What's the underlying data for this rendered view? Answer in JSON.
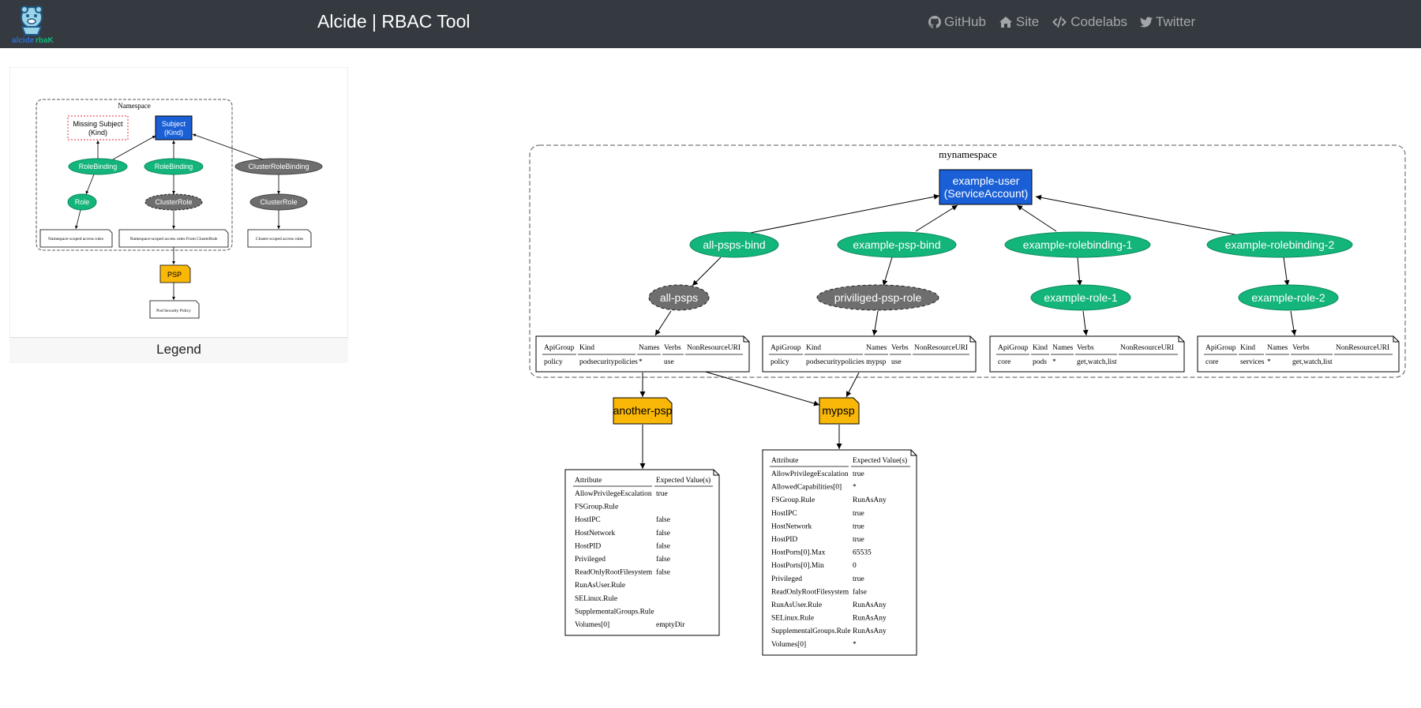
{
  "app": {
    "logo_text": "alcide",
    "logo_text_2": "rbaK",
    "title": "Alcide | RBAC Tool"
  },
  "nav": {
    "links": [
      {
        "label": "GitHub",
        "icon": "github-icon"
      },
      {
        "label": "Site",
        "icon": "home-icon"
      },
      {
        "label": "Codelabs",
        "icon": "code-icon"
      },
      {
        "label": "Twitter",
        "icon": "twitter-icon"
      }
    ]
  },
  "colors": {
    "navbar": "#343a40",
    "subject": "#1a5fd6",
    "rolebinding": "#13b57a",
    "clusterrole": "#6e6e6e",
    "psp": "#f9b708"
  },
  "legend": {
    "title": "Legend",
    "namespace_label": "Namespace",
    "missing_subject": [
      "Missing Subject",
      "(Kind)"
    ],
    "subject": [
      "Subject",
      "(Kind)"
    ],
    "rolebinding_1": "RoleBinding",
    "rolebinding_2": "RoleBinding",
    "clusterrolebinding": "ClusterRoleBinding",
    "role": "Role",
    "clusterrole_1": "ClusterRole",
    "clusterrole_2": "ClusterRole",
    "note_ns_rules": "Namespace-scoped access rules",
    "note_ns_from_cr": "Namespace-scoped access rules From ClusterRole",
    "note_cluster_rules": "Cluster-scoped access rules",
    "psp": "PSP",
    "note_psp": "Pod Security Policy"
  },
  "graph": {
    "namespace": "mynamespace",
    "subject": [
      "example-user",
      "(ServiceAccount)"
    ],
    "bindings": [
      "all-psps-bind",
      "example-psp-bind",
      "example-rolebinding-1",
      "example-rolebinding-2"
    ],
    "roles": [
      "all-psps",
      "priviliged-psp-role",
      "example-role-1",
      "example-role-2"
    ],
    "rule_headers": [
      "ApiGroup",
      "Kind",
      "Names",
      "Verbs",
      "NonResourceURI"
    ],
    "rules": [
      [
        "policy",
        "podsecuritypolicies",
        "*",
        "use",
        ""
      ],
      [
        "policy",
        "podsecuritypolicies",
        "mypsp",
        "use",
        ""
      ],
      [
        "core",
        "pods",
        "*",
        "get,watch,list",
        ""
      ],
      [
        "core",
        "services",
        "*",
        "get,watch,list",
        ""
      ]
    ],
    "psps": [
      "another-psp",
      "mypsp"
    ],
    "psp_headers": [
      "Attribute",
      "Expected Value(s)"
    ],
    "psp_tables": [
      [
        [
          "AllowPrivilegeEscalation",
          "true"
        ],
        [
          "FSGroup.Rule",
          ""
        ],
        [
          "HostIPC",
          "false"
        ],
        [
          "HostNetwork",
          "false"
        ],
        [
          "HostPID",
          "false"
        ],
        [
          "Privileged",
          "false"
        ],
        [
          "ReadOnlyRootFilesystem",
          "false"
        ],
        [
          "RunAsUser.Rule",
          ""
        ],
        [
          "SELinux.Rule",
          ""
        ],
        [
          "SupplementalGroups.Rule",
          ""
        ],
        [
          "Volumes[0]",
          "emptyDir"
        ]
      ],
      [
        [
          "AllowPrivilegeEscalation",
          "true"
        ],
        [
          "AllowedCapabilities[0]",
          "*"
        ],
        [
          "FSGroup.Rule",
          "RunAsAny"
        ],
        [
          "HostIPC",
          "true"
        ],
        [
          "HostNetwork",
          "true"
        ],
        [
          "HostPID",
          "true"
        ],
        [
          "HostPorts[0].Max",
          "65535"
        ],
        [
          "HostPorts[0].Min",
          "0"
        ],
        [
          "Privileged",
          "true"
        ],
        [
          "ReadOnlyRootFilesystem",
          "false"
        ],
        [
          "RunAsUser.Rule",
          "RunAsAny"
        ],
        [
          "SELinux.Rule",
          "RunAsAny"
        ],
        [
          "SupplementalGroups.Rule",
          "RunAsAny"
        ],
        [
          "Volumes[0]",
          "*"
        ]
      ]
    ]
  }
}
